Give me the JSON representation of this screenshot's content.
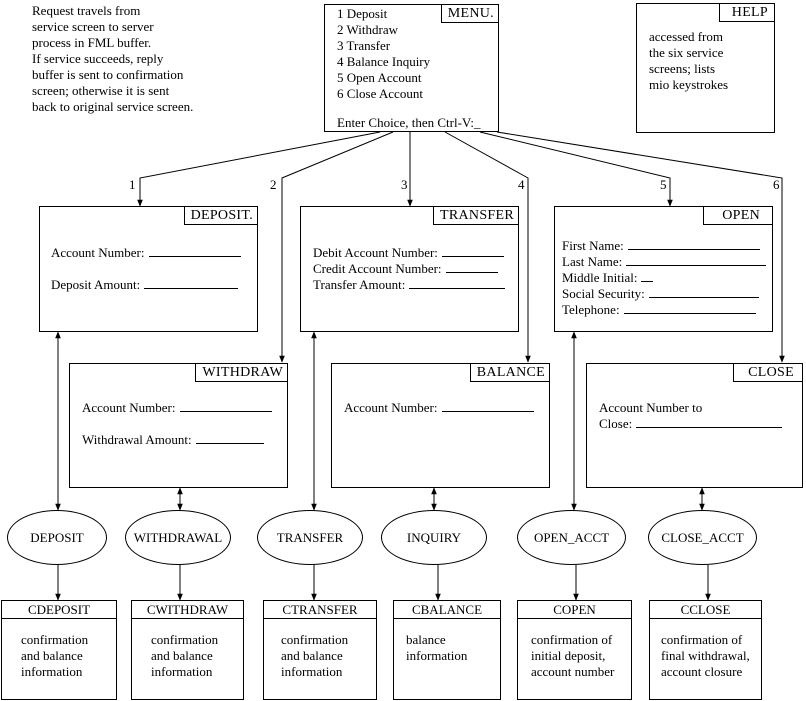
{
  "note": {
    "lines": [
      "Request travels from",
      "service screen to server",
      "process in FML buffer.",
      "If service succeeds, reply",
      "buffer is sent to confirmation",
      "screen; otherwise it is sent",
      "back to original service screen."
    ]
  },
  "menu": {
    "title": "MENU.",
    "items": [
      "1 Deposit",
      "2 Withdraw",
      "3 Transfer",
      "4 Balance Inquiry",
      "5 Open Account",
      "6 Close Account"
    ],
    "prompt": "Enter Choice, then Ctrl-V:_"
  },
  "help": {
    "title": "HELP",
    "lines": [
      "accessed from",
      "the six service",
      "screens; lists",
      "mio keystrokes"
    ]
  },
  "route_labels": [
    "1",
    "2",
    "3",
    "4",
    "5",
    "6"
  ],
  "screens": {
    "deposit": {
      "title": "DEPOSIT.",
      "fields": [
        "Account Number:",
        "Deposit Amount:"
      ]
    },
    "transfer": {
      "title": "TRANSFER",
      "fields": [
        "Debit Account Number:",
        "Credit Account Number:",
        "Transfer Amount:"
      ]
    },
    "open": {
      "title": "OPEN",
      "fields": [
        "First Name:",
        "Last Name:",
        "Middle Initial:",
        "Social Security:",
        "Telephone:"
      ]
    },
    "withdraw": {
      "title": "WITHDRAW",
      "fields": [
        "Account Number:",
        "Withdrawal Amount:"
      ]
    },
    "balance": {
      "title": "BALANCE",
      "fields": [
        "Account Number:"
      ]
    },
    "close": {
      "title": "CLOSE",
      "fields": [
        "Account Number to",
        "Close:"
      ]
    }
  },
  "services": [
    "DEPOSIT",
    "WITHDRAWAL",
    "TRANSFER",
    "INQUIRY",
    "OPEN_ACCT",
    "CLOSE_ACCT"
  ],
  "confirmations": [
    {
      "title": "CDEPOSIT",
      "lines": [
        "confirmation",
        "and balance",
        "information"
      ]
    },
    {
      "title": "CWITHDRAW",
      "lines": [
        "confirmation",
        "and balance",
        "information"
      ]
    },
    {
      "title": "CTRANSFER",
      "lines": [
        "confirmation",
        "and balance",
        "information"
      ]
    },
    {
      "title": "CBALANCE",
      "lines": [
        "balance",
        "information"
      ]
    },
    {
      "title": "COPEN",
      "lines": [
        "confirmation of",
        "initial deposit,",
        "account number"
      ]
    },
    {
      "title": "CCLOSE",
      "lines": [
        "confirmation of",
        "final withdrawal,",
        "account closure"
      ]
    }
  ]
}
